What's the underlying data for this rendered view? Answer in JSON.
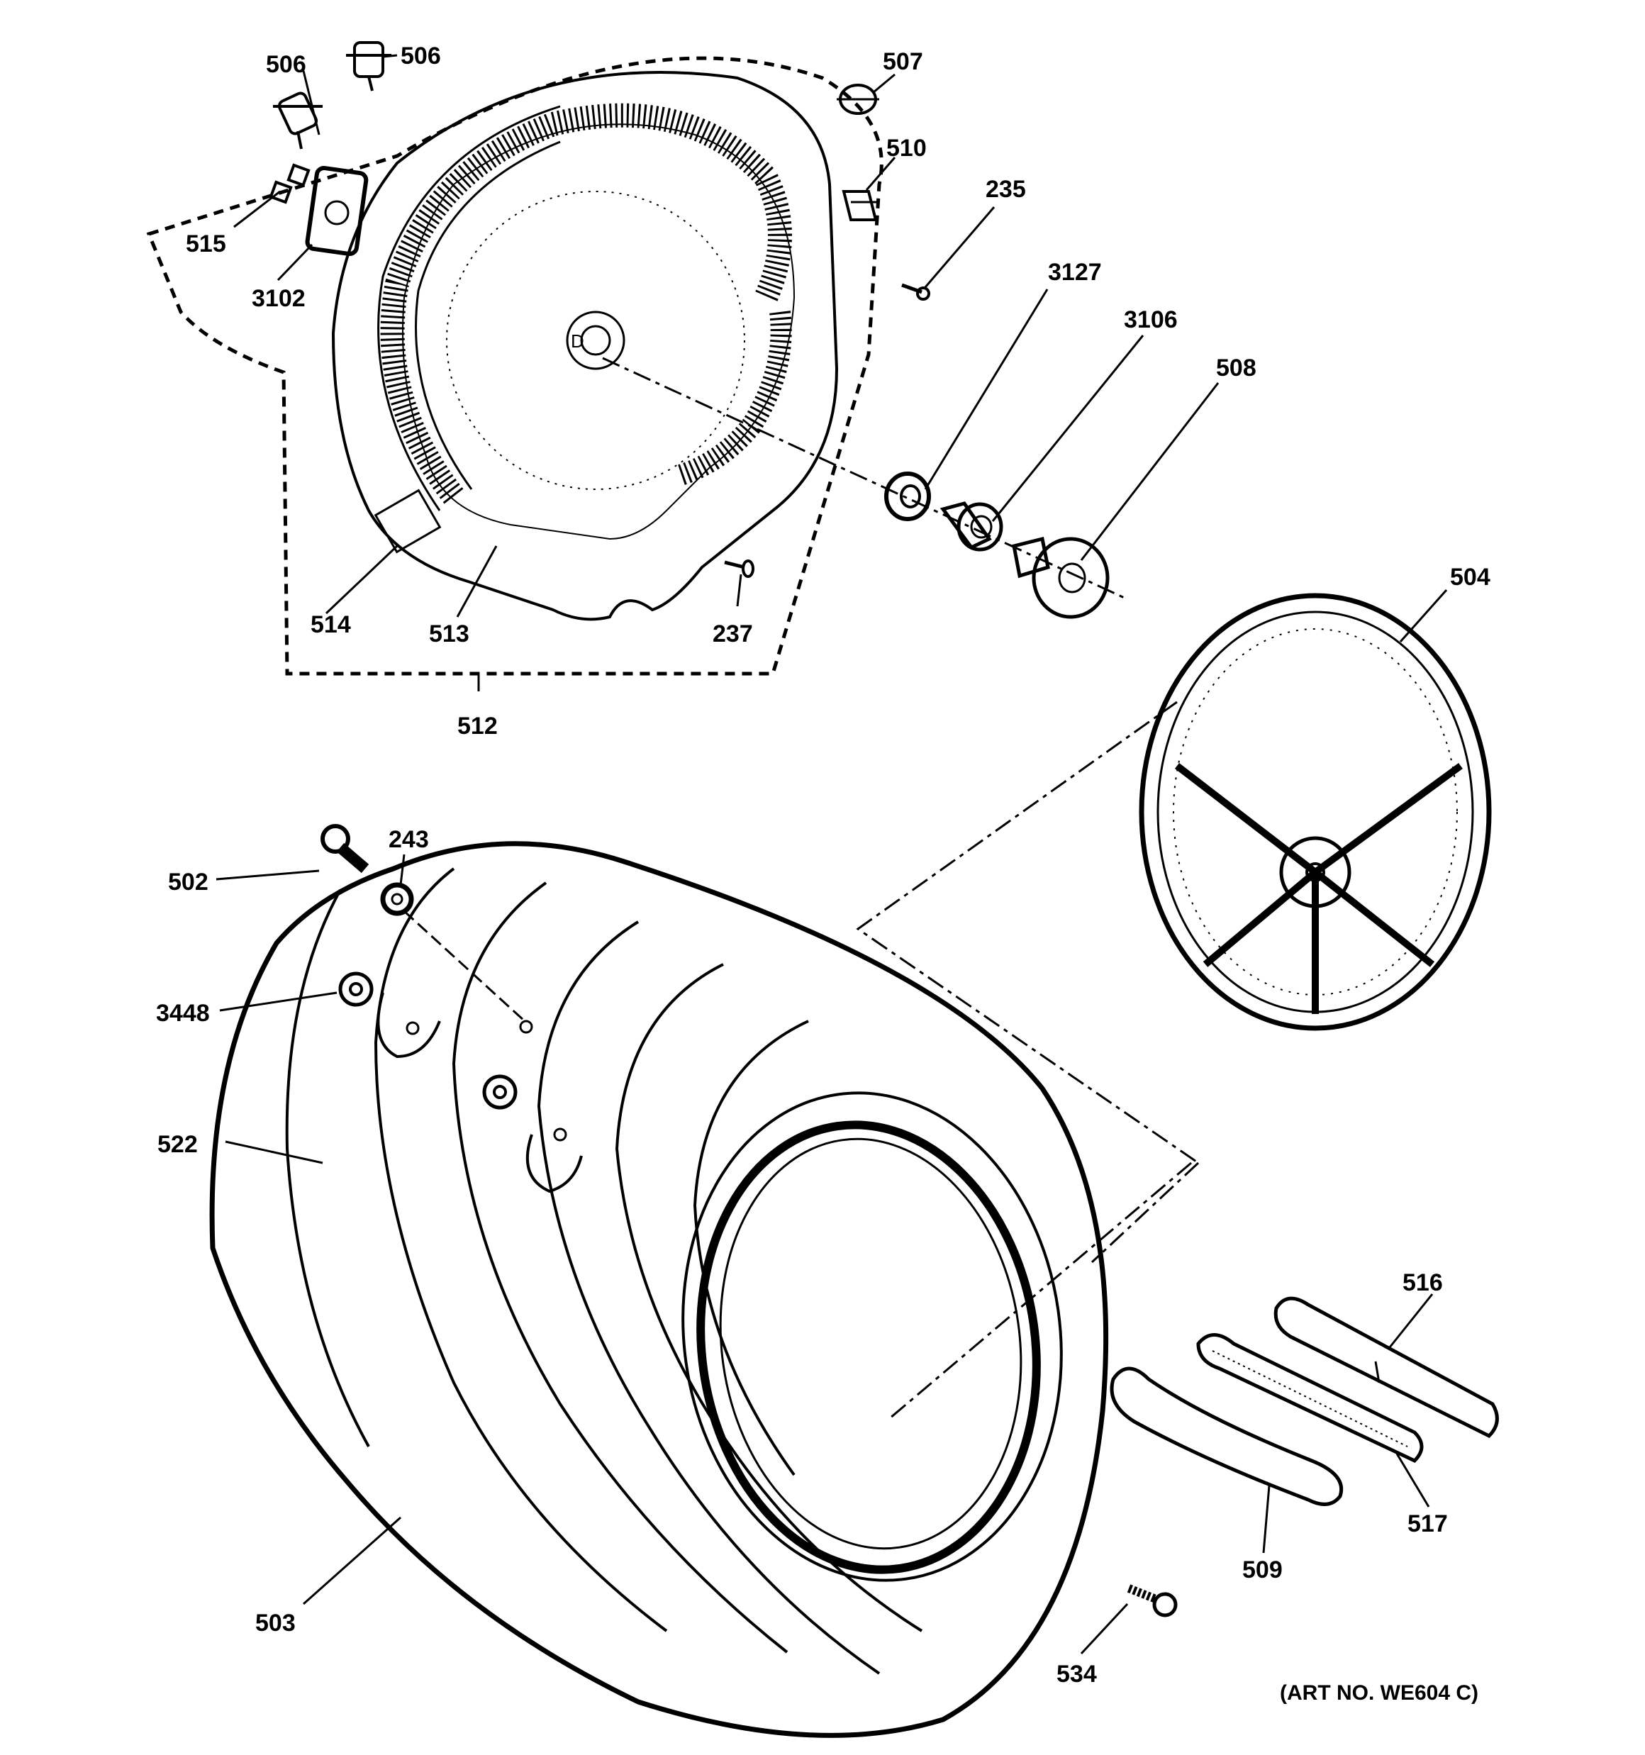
{
  "diagram": {
    "art_number": "(ART NO. WE604 C)",
    "callouts": {
      "c506a": "506",
      "c506b": "506",
      "c507": "507",
      "c510": "510",
      "c235": "235",
      "c3127": "3127",
      "c3106": "3106",
      "c508": "508",
      "c515": "515",
      "c3102": "3102",
      "c514": "514",
      "c513": "513",
      "c237": "237",
      "c512": "512",
      "c504": "504",
      "c502": "502",
      "c243": "243",
      "c3448": "3448",
      "c522": "522",
      "c503": "503",
      "c516": "516",
      "c517": "517",
      "c509": "509",
      "c534": "534"
    }
  }
}
